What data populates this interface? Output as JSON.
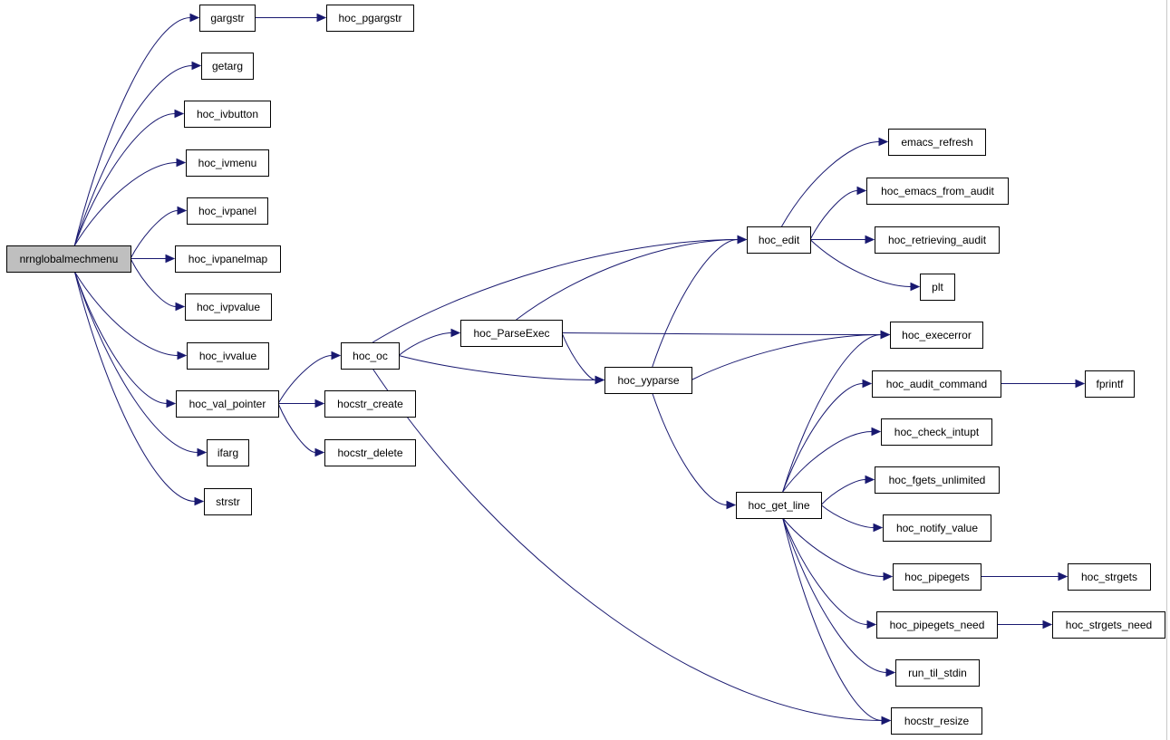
{
  "graph": {
    "root": "nrnglobalmechmenu",
    "colors": {
      "edge": "#191970",
      "root_fill": "#bfbfbf",
      "node_fill": "#ffffff",
      "node_border": "#000000"
    },
    "nodes": [
      {
        "id": "nrnglobalmechmenu",
        "label": "nrnglobalmechmenu"
      },
      {
        "id": "gargstr",
        "label": "gargstr"
      },
      {
        "id": "hoc_pgargstr",
        "label": "hoc_pgargstr"
      },
      {
        "id": "getarg",
        "label": "getarg"
      },
      {
        "id": "hoc_ivbutton",
        "label": "hoc_ivbutton"
      },
      {
        "id": "hoc_ivmenu",
        "label": "hoc_ivmenu"
      },
      {
        "id": "hoc_ivpanel",
        "label": "hoc_ivpanel"
      },
      {
        "id": "hoc_ivpanelmap",
        "label": "hoc_ivpanelmap"
      },
      {
        "id": "hoc_ivpvalue",
        "label": "hoc_ivpvalue"
      },
      {
        "id": "hoc_ivvalue",
        "label": "hoc_ivvalue"
      },
      {
        "id": "hoc_val_pointer",
        "label": "hoc_val_pointer"
      },
      {
        "id": "ifarg",
        "label": "ifarg"
      },
      {
        "id": "strstr",
        "label": "strstr"
      },
      {
        "id": "hoc_oc",
        "label": "hoc_oc"
      },
      {
        "id": "hocstr_create",
        "label": "hocstr_create"
      },
      {
        "id": "hocstr_delete",
        "label": "hocstr_delete"
      },
      {
        "id": "hoc_ParseExec",
        "label": "hoc_ParseExec"
      },
      {
        "id": "hoc_yyparse",
        "label": "hoc_yyparse"
      },
      {
        "id": "hoc_edit",
        "label": "hoc_edit"
      },
      {
        "id": "hoc_get_line",
        "label": "hoc_get_line"
      },
      {
        "id": "emacs_refresh",
        "label": "emacs_refresh"
      },
      {
        "id": "hoc_emacs_from_audit",
        "label": "hoc_emacs_from_audit"
      },
      {
        "id": "hoc_retrieving_audit",
        "label": "hoc_retrieving_audit"
      },
      {
        "id": "plt",
        "label": "plt"
      },
      {
        "id": "hoc_execerror",
        "label": "hoc_execerror"
      },
      {
        "id": "hoc_audit_command",
        "label": "hoc_audit_command"
      },
      {
        "id": "fprintf",
        "label": "fprintf"
      },
      {
        "id": "hoc_check_intupt",
        "label": "hoc_check_intupt"
      },
      {
        "id": "hoc_fgets_unlimited",
        "label": "hoc_fgets_unlimited"
      },
      {
        "id": "hoc_notify_value",
        "label": "hoc_notify_value"
      },
      {
        "id": "hoc_pipegets",
        "label": "hoc_pipegets"
      },
      {
        "id": "hoc_strgets",
        "label": "hoc_strgets"
      },
      {
        "id": "hoc_pipegets_need",
        "label": "hoc_pipegets_need"
      },
      {
        "id": "hoc_strgets_need",
        "label": "hoc_strgets_need"
      },
      {
        "id": "run_til_stdin",
        "label": "run_til_stdin"
      },
      {
        "id": "hocstr_resize",
        "label": "hocstr_resize"
      }
    ],
    "edges": [
      {
        "from": "nrnglobalmechmenu",
        "to": "gargstr"
      },
      {
        "from": "nrnglobalmechmenu",
        "to": "getarg"
      },
      {
        "from": "nrnglobalmechmenu",
        "to": "hoc_ivbutton"
      },
      {
        "from": "nrnglobalmechmenu",
        "to": "hoc_ivmenu"
      },
      {
        "from": "nrnglobalmechmenu",
        "to": "hoc_ivpanel"
      },
      {
        "from": "nrnglobalmechmenu",
        "to": "hoc_ivpanelmap"
      },
      {
        "from": "nrnglobalmechmenu",
        "to": "hoc_ivpvalue"
      },
      {
        "from": "nrnglobalmechmenu",
        "to": "hoc_ivvalue"
      },
      {
        "from": "nrnglobalmechmenu",
        "to": "hoc_val_pointer"
      },
      {
        "from": "nrnglobalmechmenu",
        "to": "ifarg"
      },
      {
        "from": "nrnglobalmechmenu",
        "to": "strstr"
      },
      {
        "from": "gargstr",
        "to": "hoc_pgargstr"
      },
      {
        "from": "hoc_val_pointer",
        "to": "hoc_oc"
      },
      {
        "from": "hoc_val_pointer",
        "to": "hocstr_create"
      },
      {
        "from": "hoc_val_pointer",
        "to": "hocstr_delete"
      },
      {
        "from": "hoc_oc",
        "to": "hoc_ParseExec"
      },
      {
        "from": "hoc_oc",
        "to": "hoc_edit"
      },
      {
        "from": "hoc_oc",
        "to": "hoc_yyparse"
      },
      {
        "from": "hoc_oc",
        "to": "hocstr_resize"
      },
      {
        "from": "hoc_ParseExec",
        "to": "hoc_edit"
      },
      {
        "from": "hoc_ParseExec",
        "to": "hoc_yyparse"
      },
      {
        "from": "hoc_ParseExec",
        "to": "hoc_execerror"
      },
      {
        "from": "hoc_yyparse",
        "to": "hoc_edit"
      },
      {
        "from": "hoc_yyparse",
        "to": "hoc_execerror"
      },
      {
        "from": "hoc_yyparse",
        "to": "hoc_get_line"
      },
      {
        "from": "hoc_edit",
        "to": "emacs_refresh"
      },
      {
        "from": "hoc_edit",
        "to": "hoc_emacs_from_audit"
      },
      {
        "from": "hoc_edit",
        "to": "hoc_retrieving_audit"
      },
      {
        "from": "hoc_edit",
        "to": "plt"
      },
      {
        "from": "hoc_get_line",
        "to": "hoc_execerror"
      },
      {
        "from": "hoc_get_line",
        "to": "hoc_audit_command"
      },
      {
        "from": "hoc_get_line",
        "to": "hoc_check_intupt"
      },
      {
        "from": "hoc_get_line",
        "to": "hoc_fgets_unlimited"
      },
      {
        "from": "hoc_get_line",
        "to": "hoc_notify_value"
      },
      {
        "from": "hoc_get_line",
        "to": "hoc_pipegets"
      },
      {
        "from": "hoc_get_line",
        "to": "hoc_pipegets_need"
      },
      {
        "from": "hoc_get_line",
        "to": "run_til_stdin"
      },
      {
        "from": "hoc_get_line",
        "to": "hocstr_resize"
      },
      {
        "from": "hoc_audit_command",
        "to": "fprintf"
      },
      {
        "from": "hoc_pipegets",
        "to": "hoc_strgets"
      },
      {
        "from": "hoc_pipegets_need",
        "to": "hoc_strgets_need"
      }
    ]
  }
}
